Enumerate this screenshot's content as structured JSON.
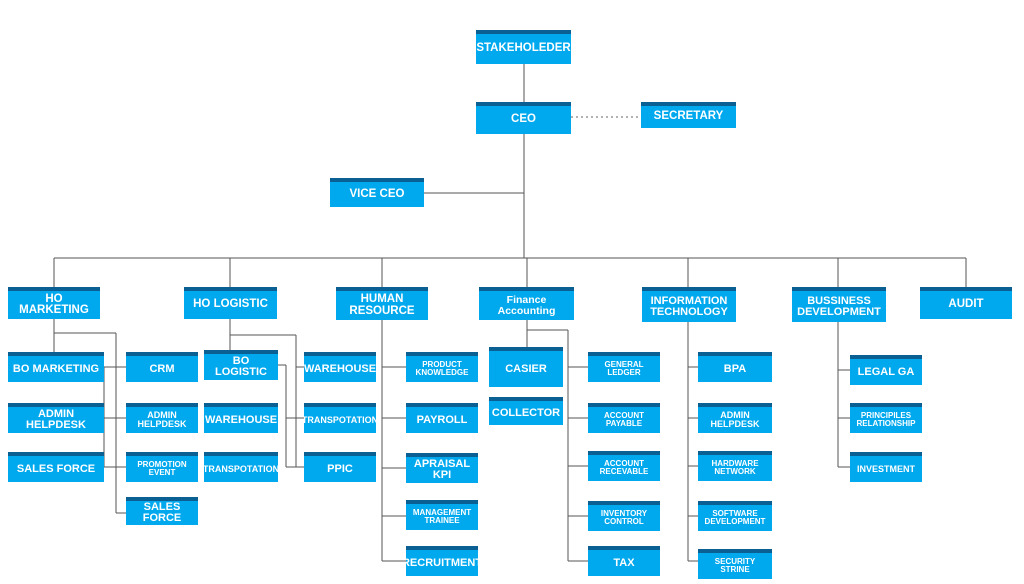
{
  "chart": {
    "stakeholder": "STAKEHOLEDER",
    "ceo": "CEO",
    "secretary": "SECRETARY",
    "vice_ceo": "VICE CEO",
    "departments": {
      "ho_marketing": {
        "title": "HO MARKETING",
        "bo_marketing": "BO MARKETING",
        "admin_helpdesk": "ADMIN HELPDESK",
        "sales_force": "SALES FORCE",
        "crm": "CRM",
        "admin_helpdesk_2": "ADMIN HELPDESK",
        "promotion_event": "PROMOTION EVENT",
        "sales_force_2": "SALES FORCE"
      },
      "ho_logistic": {
        "title": "HO LOGISTIC",
        "bo_logistic": "BO LOGISTIC",
        "warehouse": "WAREHOUSE",
        "transpotation": "TRANSPOTATION",
        "warehouse_2": "WAREHOUSE",
        "transpotation_2": "TRANSPOTATION",
        "ppic": "PPIC"
      },
      "human_resource": {
        "title": "HUMAN RESOURCE",
        "product_knowledge": "PRODUCT KNOWLEDGE",
        "payroll": "PAYROLL",
        "apraisal_kpi": "APRAISAL KPI",
        "management_trainee": "MANAGEMENT TRAINEE",
        "recruitment": "RECRUITMENT"
      },
      "finance_accounting": {
        "title": "Finance Accounting",
        "casier": "CASIER",
        "collector": "COLLECTOR",
        "general_ledger": "GENERAL LEDGER",
        "account_payable": "ACCOUNT PAYABLE",
        "account_recevable": "ACCOUNT RECEVABLE",
        "inventory_control": "INVENTORY CONTROL",
        "tax": "TAX"
      },
      "information_technology": {
        "title": "INFORMATION TECHNOLOGY",
        "bpa": "BPA",
        "admin_helpdesk": "ADMIN HELPDESK",
        "hardware_network": "HARDWARE NETWORK",
        "software_development": "SOFTWARE DEVELOPMENT",
        "security_strine": "SECURITY STRINE"
      },
      "bussiness_development": {
        "title": "BUSSINESS DEVELOPMENT",
        "legal_ga": "LEGAL GA",
        "principiles_relationship": "PRINCIPILES RELATIONSHIP",
        "investment": "INVESTMENT"
      },
      "audit": {
        "title": "AUDIT"
      }
    }
  }
}
